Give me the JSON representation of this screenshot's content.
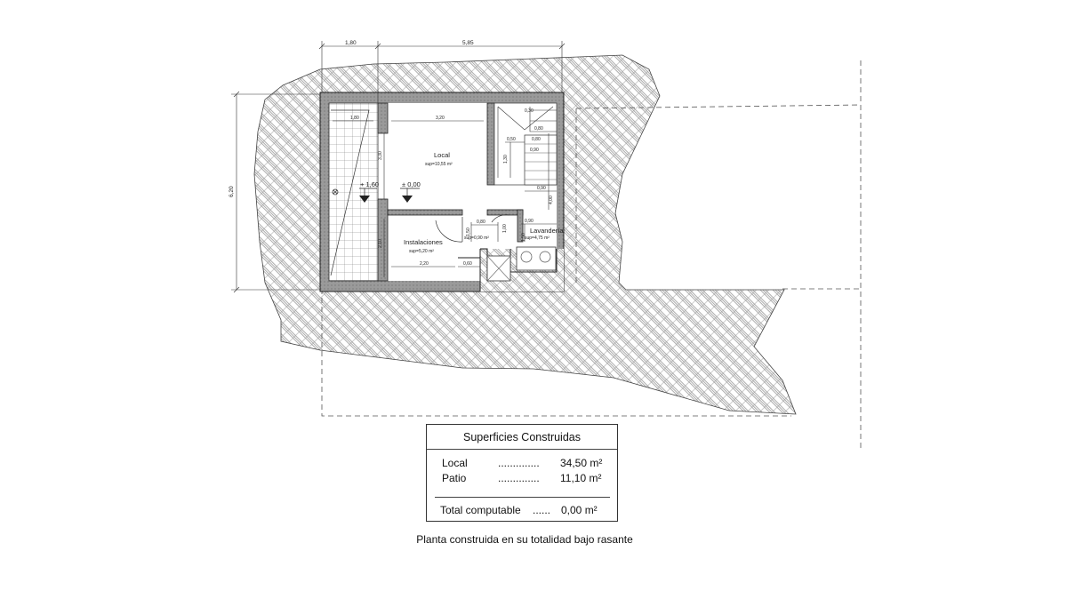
{
  "dimensions": {
    "top_left": "1,80",
    "top_right": "5,85",
    "left_height": "6,20",
    "local_width": "3,20",
    "local_height": "3,30",
    "stair_width": "1,80",
    "inst_width": "2,20",
    "inst_gap": "0,60",
    "inst_height": "2,10",
    "door_090": "0,90",
    "door_080": "0,80",
    "v_150": "1,50",
    "v_100": "1,00",
    "lav_090a": "0,90",
    "lav_090b": "0,90",
    "lav_400": "4,00",
    "stair_030": "0,30",
    "stair_080a": "0,80",
    "stair_050": "0,50",
    "stair_080b": "0,80",
    "stair_130": "1,30",
    "lav_150": "1,50"
  },
  "levels": {
    "upper": "+ 1,60",
    "ground": "± 0,00"
  },
  "rooms": {
    "local": {
      "name": "Local",
      "area": "sup=10,55 m²"
    },
    "instalaciones": {
      "name": "Instalaciones",
      "area": "sup=5,20 m²"
    },
    "lavanderia": {
      "name": "Lavandería",
      "area": "sup=4,75 m²"
    },
    "hall": {
      "area": "sup=0,90 m²"
    }
  },
  "summary": {
    "title": "Superficies Construidas",
    "rows": [
      {
        "label": "Local",
        "dots": "..............",
        "value": "34,50 m²"
      },
      {
        "label": "Patio",
        "dots": "..............",
        "value": "11,10 m²"
      }
    ],
    "total": {
      "label": "Total computable",
      "dots": "......",
      "value": "0,00 m²"
    }
  },
  "caption": "Planta construida en su totalidad  bajo rasante"
}
